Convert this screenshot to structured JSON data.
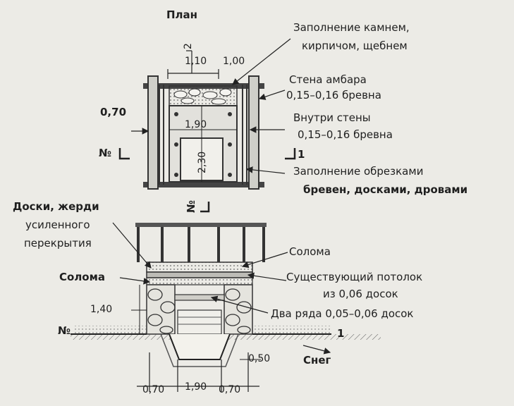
{
  "labels": {
    "plan_title": "План",
    "fill_stone": "Заполнение камнем,",
    "fill_stone_2": "кирпичом, щебнем",
    "barn_wall": "Стена амбара",
    "barn_wall_logs": "0,15–0,16 бревна",
    "inner_wall": "Внутри стены",
    "inner_wall_logs": "0,15–0,16 бревна",
    "fill_scraps": "Заполнение обрезками",
    "fill_scraps_2": "бревен, досками, дровами",
    "boards": "Доски, жерди",
    "boards_2": "усиленного",
    "boards_3": "перекрытия",
    "straw_right": "Солома",
    "straw_left": "Солома",
    "ceiling": "Существующий потолок",
    "ceiling_2": "из 0,06 досок",
    "two_rows": "Два ряда 0,05–0,06 досок",
    "snow": "Снег"
  },
  "dimensions": {
    "d_110": "1,10",
    "d_100": "1,00",
    "d_070_plan": "0,70",
    "d_190_plan": "1,90",
    "d_230": "2,30",
    "d_140": "1,40",
    "d_050": "0,50",
    "d_070_a": "0,70",
    "d_190_b": "1,90",
    "d_070_b": "0,70"
  },
  "sections": {
    "no_left_plan": "№",
    "one_right_plan": "1",
    "two_top": "2",
    "no_bottom_plan": "№",
    "no_left_section": "№",
    "one_right_section": "1"
  }
}
